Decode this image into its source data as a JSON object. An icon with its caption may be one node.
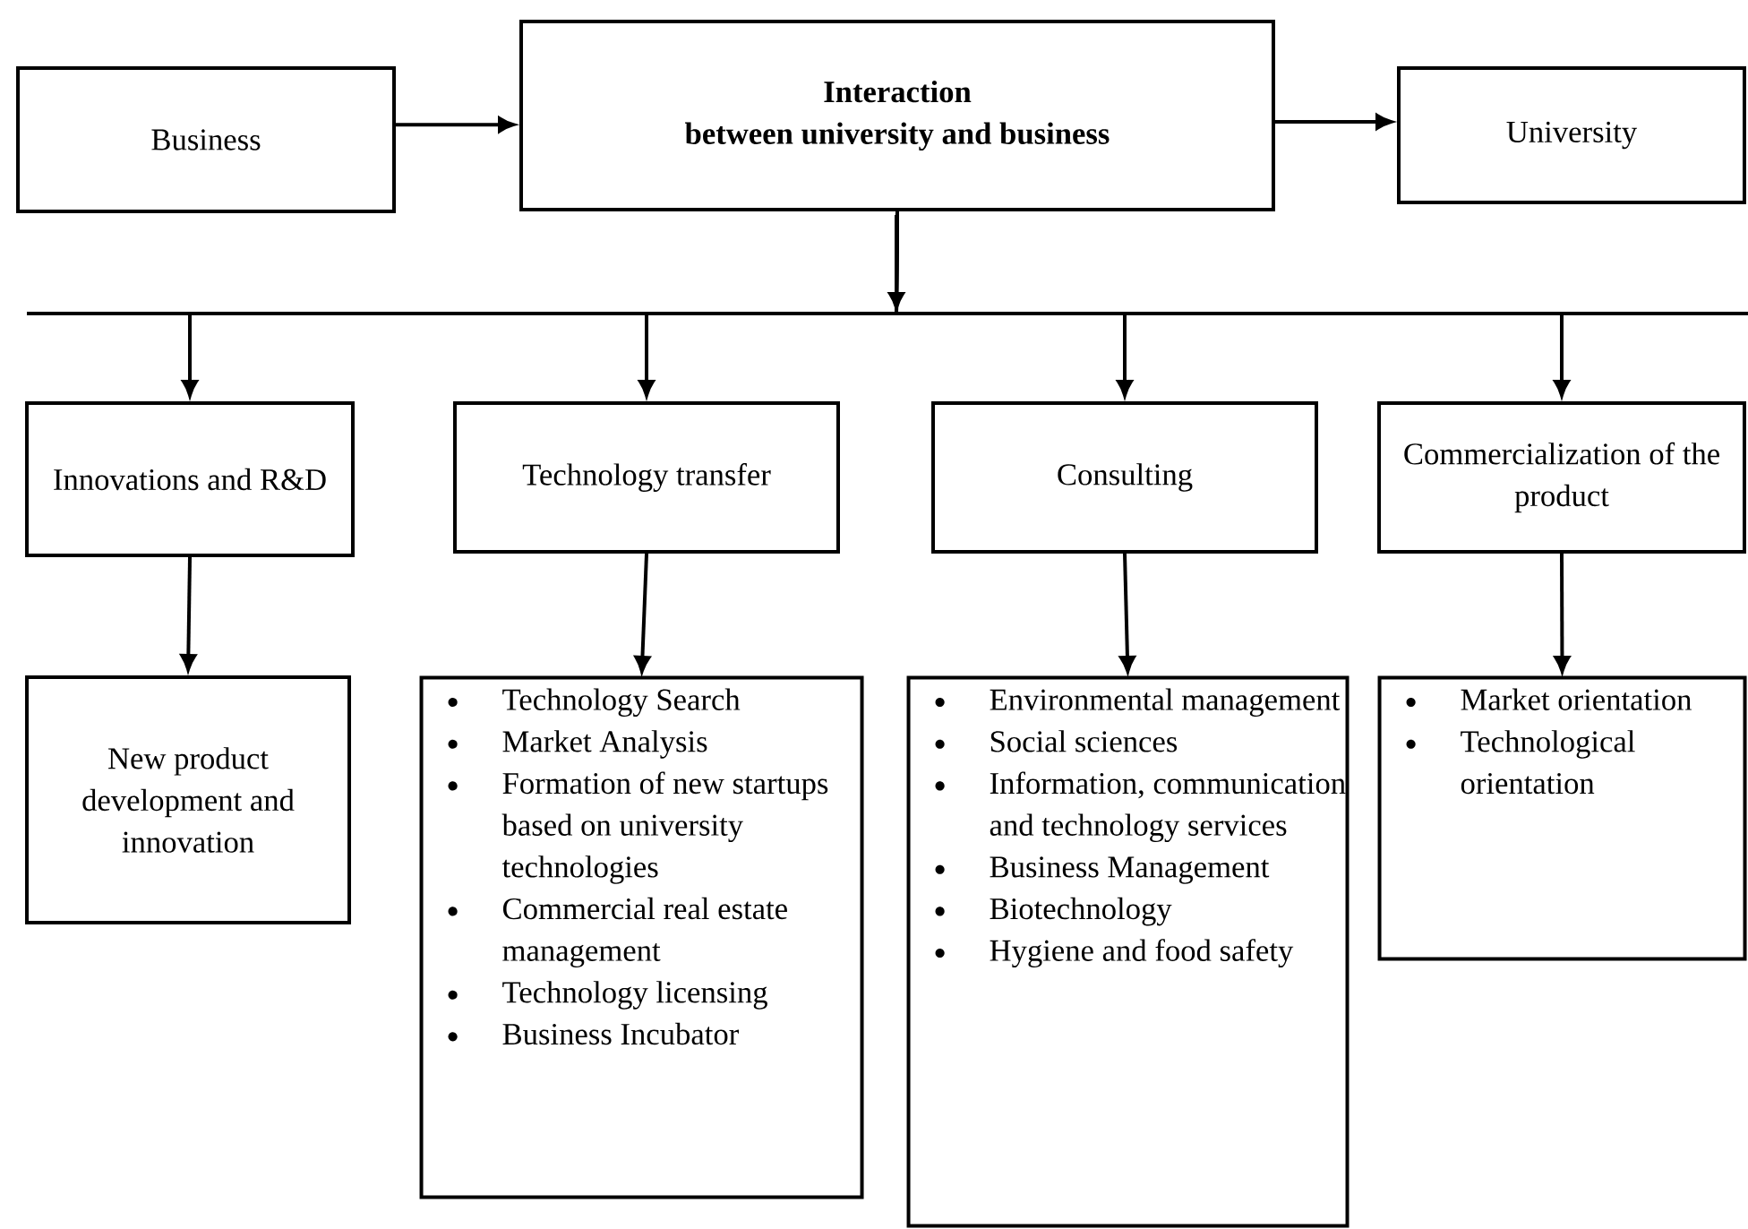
{
  "diagram": {
    "nodes": [
      {
        "text": [
          "Business"
        ]
      },
      {
        "text": [
          "Interaction between university and business"
        ]
      },
      {
        "text": [
          "University"
        ]
      },
      {
        "text": [
          "Innovations and R&D"
        ]
      },
      {
        "text": [
          "Technology transfer"
        ]
      },
      {
        "text": [
          "Consulting"
        ]
      },
      {
        "text": [
          "Commercialization of the product"
        ]
      },
      {
        "text": [
          "New product development and innovation"
        ]
      },
      {
        "text": [
          "Technology Search",
          "Market Analysis",
          "Formation of new startups based on university technologies",
          "Commercial real estate management",
          "Technology licensing",
          "Business Incubator"
        ]
      },
      {
        "text": [
          "Environmental management",
          "Social sciences",
          "Information, communication and technology services",
          "Business Management",
          "Biotechnology",
          "Hygiene and food safety"
        ]
      },
      {
        "text": [
          "Market orientation",
          "Technological orientation"
        ]
      }
    ],
    "edges": [
      {
        "from": 0,
        "to": 1,
        "arrow": "to"
      },
      {
        "from": 1,
        "to": 2,
        "arrow": "to"
      },
      {
        "from": 1,
        "to": 3,
        "arrow": "to"
      },
      {
        "from": 1,
        "to": 4,
        "arrow": "to"
      },
      {
        "from": 1,
        "to": 5,
        "arrow": "to"
      },
      {
        "from": 1,
        "to": 6,
        "arrow": "to"
      },
      {
        "from": 3,
        "to": 7,
        "arrow": "to"
      },
      {
        "from": 4,
        "to": 8,
        "arrow": "to"
      },
      {
        "from": 5,
        "to": 9,
        "arrow": "to"
      },
      {
        "from": 6,
        "to": 10,
        "arrow": "to"
      }
    ]
  }
}
